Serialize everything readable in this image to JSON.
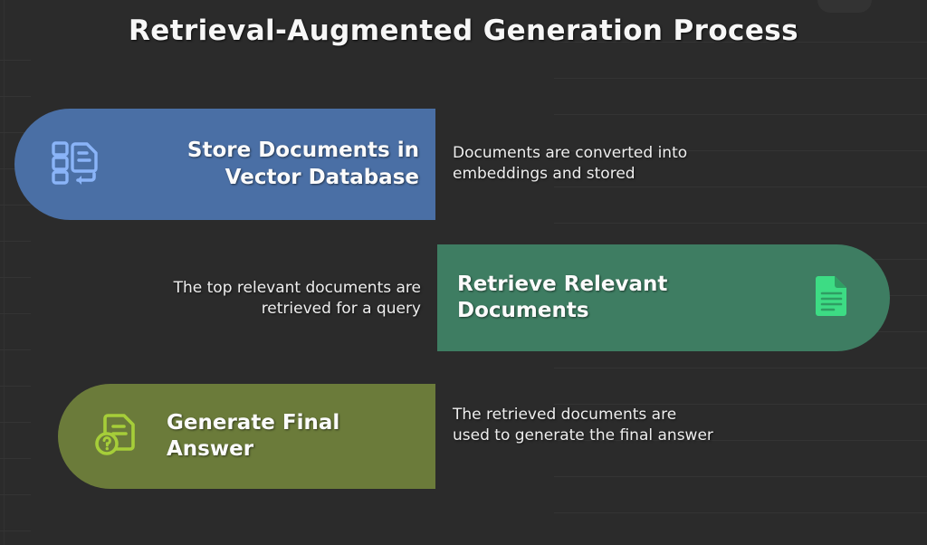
{
  "page": {
    "title": "Retrieval-Augmented Generation Process",
    "background_color": "#2b2b2b"
  },
  "steps": [
    {
      "id": "store-documents",
      "label": "Store Documents in Vector Database",
      "description": "Documents are converted into embeddings and stored",
      "card_color": "#4a6fa5",
      "icon": "vector-database-icon",
      "icon_color": "#8ab4f8",
      "align": "left"
    },
    {
      "id": "retrieve-documents",
      "label": "Retrieve Relevant Documents",
      "description": "The top relevant documents are retrieved for a query",
      "card_color": "#3e7d62",
      "icon": "document-icon",
      "icon_color": "#3ddc84",
      "align": "right"
    },
    {
      "id": "generate-answer",
      "label": "Generate Final Answer",
      "description": "The retrieved documents are used to generate the final answer",
      "card_color": "#6b7b3a",
      "icon": "document-question-icon",
      "icon_color": "#a6ce39",
      "align": "left"
    }
  ]
}
